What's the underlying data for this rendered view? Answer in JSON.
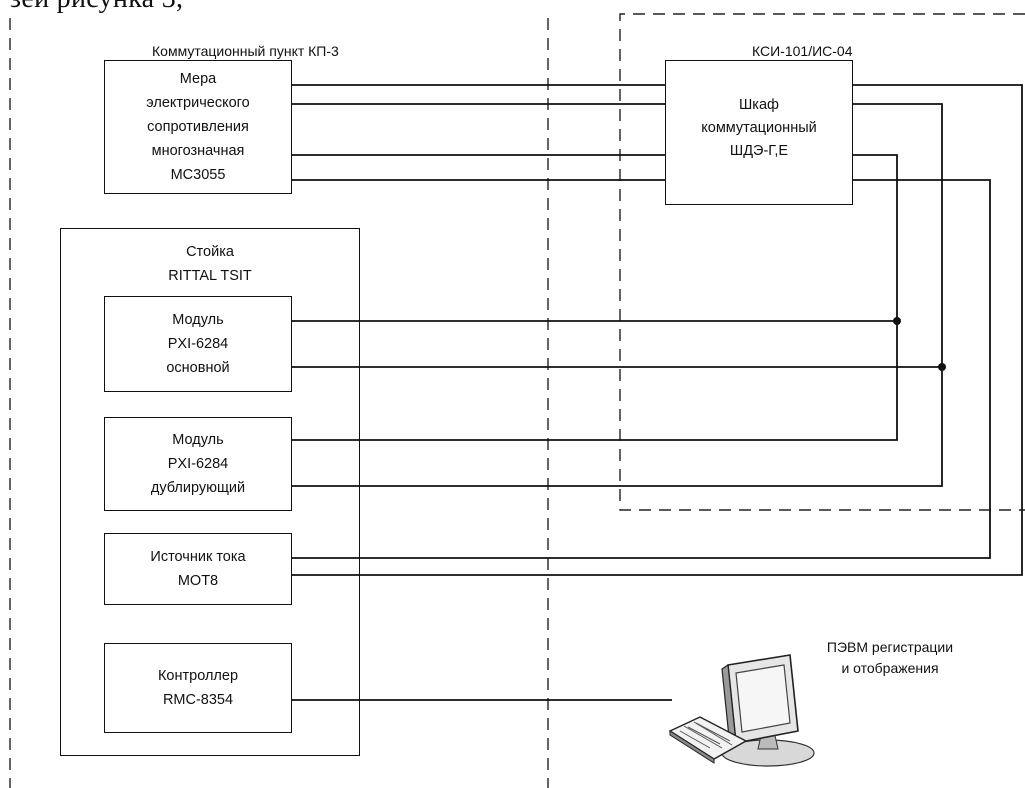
{
  "caption": "зей рисунка 3,",
  "zones": {
    "kp3_label": "Коммутационный пункт КП-3",
    "ksi_label": "КСИ-101/ИС-04"
  },
  "blocks": {
    "mera": [
      "Мера",
      "электрического",
      "сопротивления",
      "многозначная",
      "МС3055"
    ],
    "shkaf": [
      "Шкаф",
      "коммутационный",
      "ШДЭ-Г,Е"
    ],
    "stoika": [
      "Стойка",
      "RITTAL TSIT"
    ],
    "modul_main": [
      "Модуль",
      "PXI-6284",
      "основной"
    ],
    "modul_dup": [
      "Модуль",
      "PXI-6284",
      "дублирующий"
    ],
    "istochnik": [
      "Источник тока",
      "МОТ8"
    ],
    "controller": [
      "Контроллер",
      "RMC-8354"
    ]
  },
  "pc": {
    "label": [
      "ПЭВМ регистрации",
      "и отображения"
    ]
  }
}
